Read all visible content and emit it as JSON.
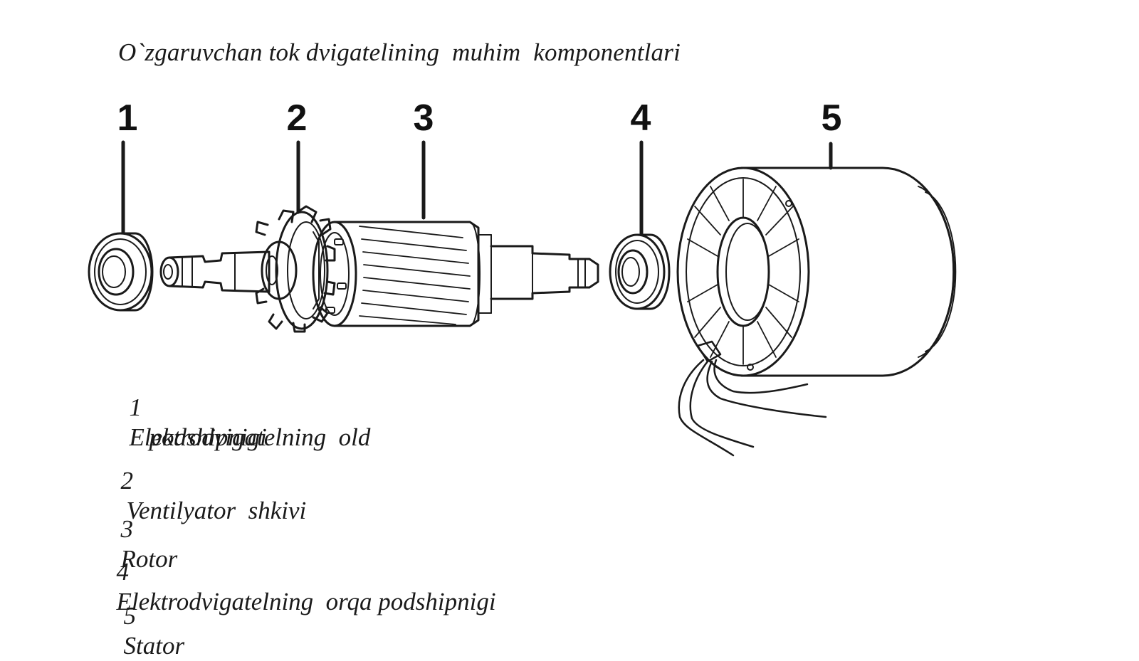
{
  "title": "O`zgaruvchan tok dvigatelining  muhim  komponentlari",
  "callouts": [
    "1",
    "2",
    "3",
    "4",
    "5"
  ],
  "legend": [
    {
      "num": "1",
      "text": "Elektrodvigatelning  old",
      "text2": "podshipnigi"
    },
    {
      "num": "2",
      "text": "Ventilyator  shkivi"
    },
    {
      "num": "3",
      "text": "Rotor"
    },
    {
      "num": "4",
      "text": "Elektrodvigatelning  orqa podshipnigi"
    },
    {
      "num": "5",
      "text": "Stator"
    }
  ],
  "components": {
    "front_bearing": "bearing-icon",
    "fan_pulley": "fan-icon",
    "rotor": "rotor-icon",
    "rear_bearing": "bearing-icon",
    "stator": "stator-icon"
  },
  "colors": {
    "line": "#1a1a1a",
    "background": "#ffffff"
  }
}
